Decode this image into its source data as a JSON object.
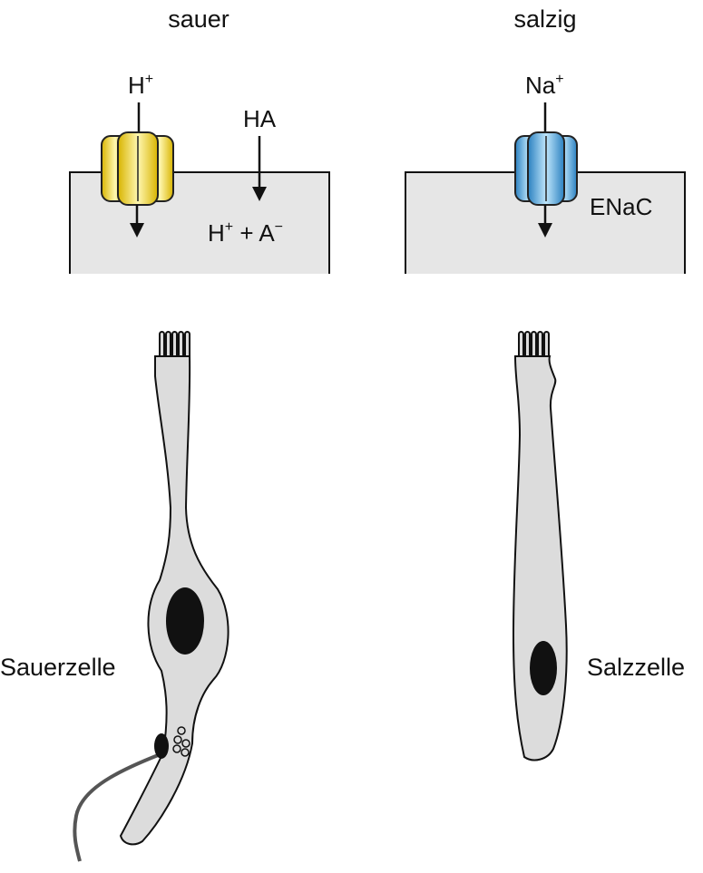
{
  "sour": {
    "heading": "sauer",
    "ion": "H",
    "ion_sup": "+",
    "acid": "HA",
    "dissoc_h": "H",
    "dissoc_h_sup": "+",
    "dissoc_plus": " + ",
    "dissoc_a": "A",
    "dissoc_a_sup": "−",
    "cell_label": "Sauerzelle",
    "channel_color": "#f5dc2e"
  },
  "salty": {
    "heading": "salzig",
    "ion": "Na",
    "ion_sup": "+",
    "channel_name": "ENaC",
    "cell_label": "Salzzelle",
    "channel_color": "#3e9fdc"
  },
  "colors": {
    "membrane_fill": "#e6e6e6",
    "cell_fill": "#dcdcdc",
    "nucleus": "#111111",
    "nerve_fiber": "#555555"
  }
}
